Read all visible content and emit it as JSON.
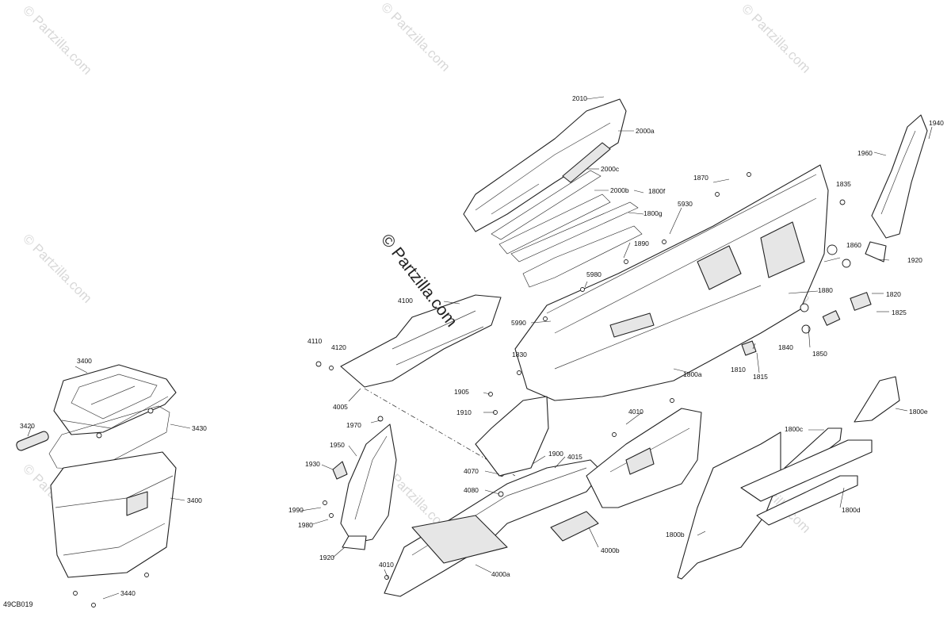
{
  "diagram_id": "49CB019",
  "watermark": {
    "main_text": "© Partzilla.com",
    "tile_text": "© Partzilla.com"
  },
  "callouts": [
    {
      "id": "c2010",
      "text": "2010"
    },
    {
      "id": "c2000a",
      "text": "2000a"
    },
    {
      "id": "c2000c",
      "text": "2000c"
    },
    {
      "id": "c2000b",
      "text": "2000b"
    },
    {
      "id": "c1800f",
      "text": "1800f"
    },
    {
      "id": "c1800g",
      "text": "1800g"
    },
    {
      "id": "c1870",
      "text": "1870"
    },
    {
      "id": "c1835",
      "text": "1835"
    },
    {
      "id": "c1940",
      "text": "1940"
    },
    {
      "id": "c1960",
      "text": "1960"
    },
    {
      "id": "c5930",
      "text": "5930"
    },
    {
      "id": "c1890",
      "text": "1890"
    },
    {
      "id": "c1860",
      "text": "1860"
    },
    {
      "id": "c1920r",
      "text": "1920"
    },
    {
      "id": "c5980",
      "text": "5980"
    },
    {
      "id": "c1880",
      "text": "1880"
    },
    {
      "id": "c1820",
      "text": "1820"
    },
    {
      "id": "c1825",
      "text": "1825"
    },
    {
      "id": "c4100",
      "text": "4100"
    },
    {
      "id": "c5990",
      "text": "5990"
    },
    {
      "id": "c1840",
      "text": "1840"
    },
    {
      "id": "c1850",
      "text": "1850"
    },
    {
      "id": "c4110",
      "text": "4110"
    },
    {
      "id": "c4120",
      "text": "4120"
    },
    {
      "id": "c1830",
      "text": "1830"
    },
    {
      "id": "c1810",
      "text": "1810"
    },
    {
      "id": "c1815",
      "text": "1815"
    },
    {
      "id": "c1800a",
      "text": "1800a"
    },
    {
      "id": "c3400t",
      "text": "3400"
    },
    {
      "id": "c1905",
      "text": "1905"
    },
    {
      "id": "c1910",
      "text": "1910"
    },
    {
      "id": "c4005",
      "text": "4005"
    },
    {
      "id": "c4010t",
      "text": "4010"
    },
    {
      "id": "c1800e",
      "text": "1800e"
    },
    {
      "id": "c1970",
      "text": "1970"
    },
    {
      "id": "c3420",
      "text": "3420"
    },
    {
      "id": "c3430",
      "text": "3430"
    },
    {
      "id": "c1950",
      "text": "1950"
    },
    {
      "id": "c1800c",
      "text": "1800c"
    },
    {
      "id": "c1900",
      "text": "1900"
    },
    {
      "id": "c4015",
      "text": "4015"
    },
    {
      "id": "c1930",
      "text": "1930"
    },
    {
      "id": "c4070",
      "text": "4070"
    },
    {
      "id": "c3400b",
      "text": "3400"
    },
    {
      "id": "c4080",
      "text": "4080"
    },
    {
      "id": "c1990",
      "text": "1990"
    },
    {
      "id": "c1800d",
      "text": "1800d"
    },
    {
      "id": "c1980",
      "text": "1980"
    },
    {
      "id": "c1800b",
      "text": "1800b"
    },
    {
      "id": "c4000b",
      "text": "4000b"
    },
    {
      "id": "c1920l",
      "text": "1920"
    },
    {
      "id": "c4010b",
      "text": "4010"
    },
    {
      "id": "c4000a",
      "text": "4000a"
    },
    {
      "id": "c3440",
      "text": "3440"
    }
  ]
}
